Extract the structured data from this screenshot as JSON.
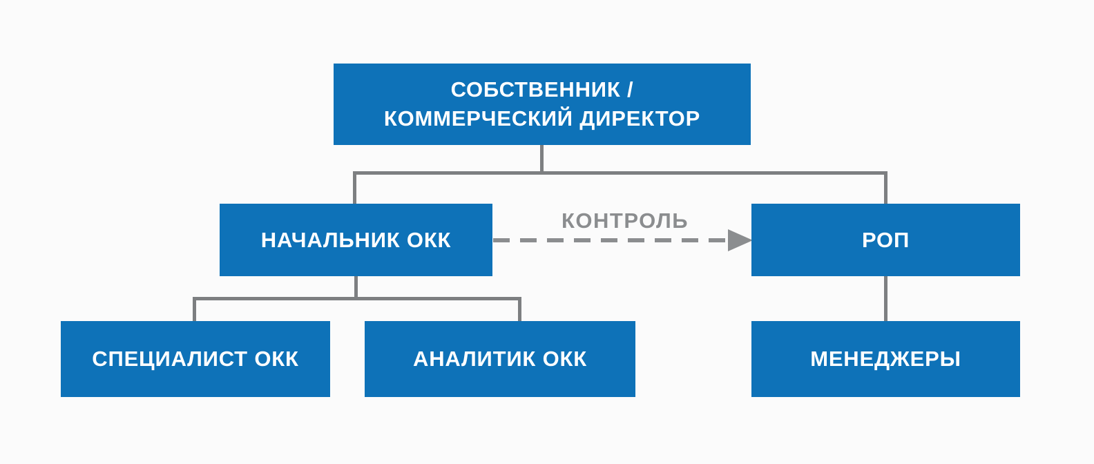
{
  "colors": {
    "node_bg": "#0e72b8",
    "node_text": "#ffffff",
    "line": "#7d7f81",
    "control_text": "#8b8d8f",
    "background": "#fbfbfb"
  },
  "org_chart": {
    "type": "org-chart",
    "nodes": {
      "owner": "СОБСТВЕННИК /\nКОММЕРЧЕСКИЙ ДИРЕКТОР",
      "head_okk": "НАЧАЛЬНИК ОКК",
      "rop": "РОП",
      "specialist_okk": "СПЕЦИАЛИСТ ОКК",
      "analyst_okk": "АНАЛИТИК ОКК",
      "managers": "МЕНЕДЖЕРЫ"
    },
    "control_arrow_label": "КОНТРОЛЬ",
    "edges": [
      {
        "from": "owner",
        "to": "head_okk",
        "style": "solid"
      },
      {
        "from": "owner",
        "to": "rop",
        "style": "solid"
      },
      {
        "from": "head_okk",
        "to": "specialist_okk",
        "style": "solid"
      },
      {
        "from": "head_okk",
        "to": "analyst_okk",
        "style": "solid"
      },
      {
        "from": "rop",
        "to": "managers",
        "style": "solid"
      },
      {
        "from": "head_okk",
        "to": "rop",
        "style": "dashed-arrow",
        "label": "КОНТРОЛЬ"
      }
    ]
  }
}
